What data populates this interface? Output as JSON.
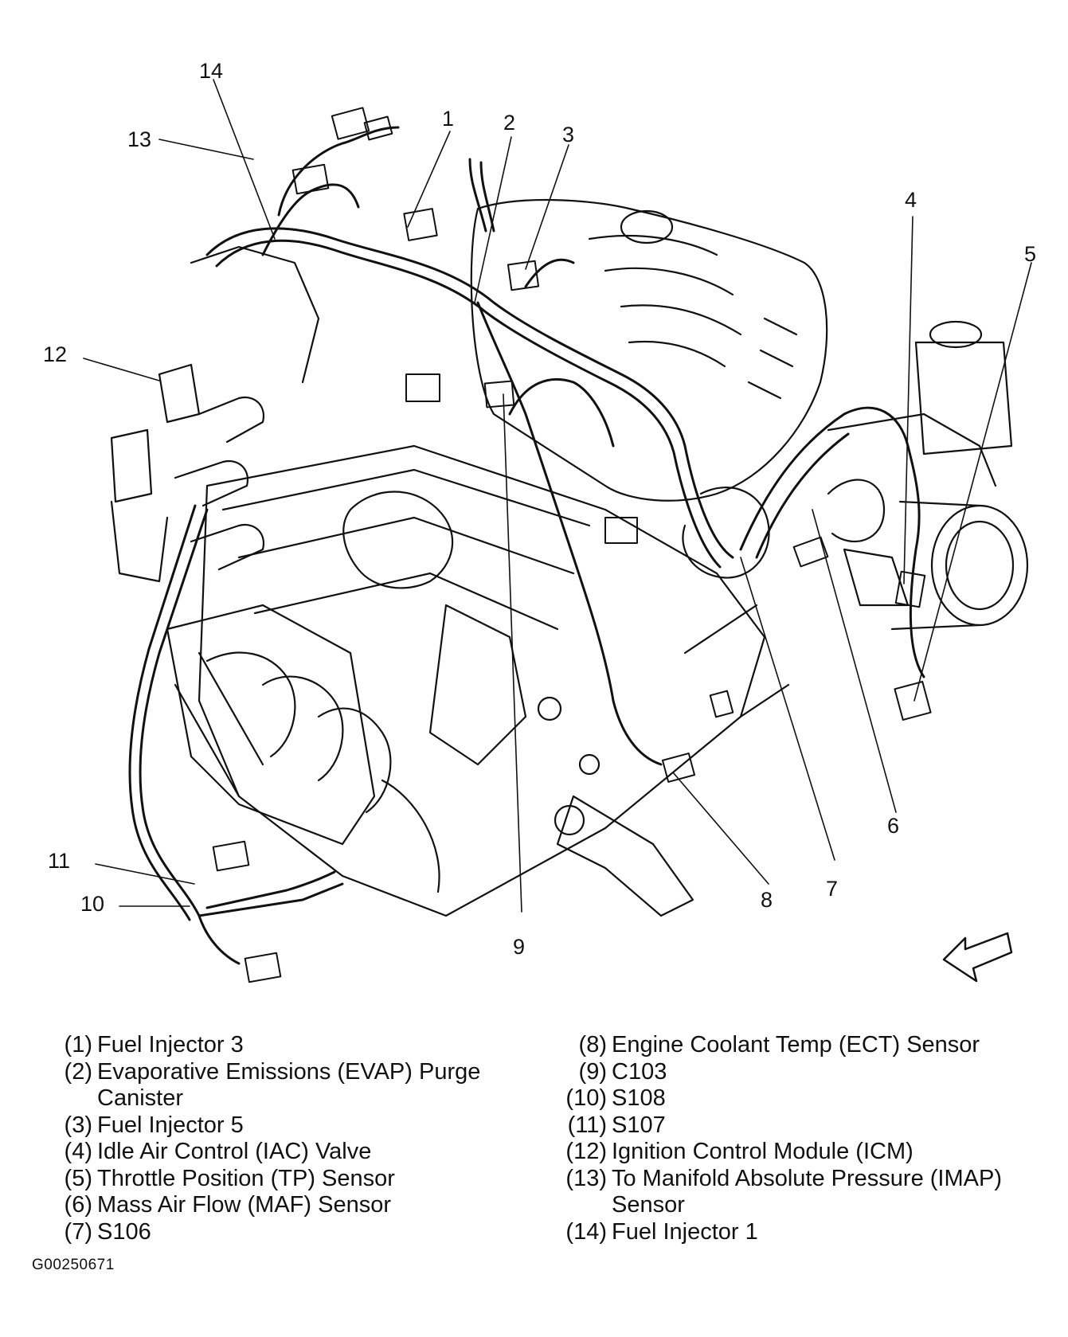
{
  "callouts": [
    "1",
    "2",
    "3",
    "4",
    "5",
    "6",
    "7",
    "8",
    "9",
    "10",
    "11",
    "12",
    "13",
    "14"
  ],
  "legend": {
    "left": [
      {
        "num": "(1)",
        "text": "Fuel Injector 3",
        "cont": ""
      },
      {
        "num": "(2)",
        "text": "Evaporative Emissions (EVAP) Purge",
        "cont": "Canister"
      },
      {
        "num": "(3)",
        "text": "Fuel Injector 5",
        "cont": ""
      },
      {
        "num": "(4)",
        "text": "Idle Air Control (IAC) Valve",
        "cont": ""
      },
      {
        "num": "(5)",
        "text": "Throttle Position (TP) Sensor",
        "cont": ""
      },
      {
        "num": "(6)",
        "text": "Mass Air Flow (MAF) Sensor",
        "cont": ""
      },
      {
        "num": "(7)",
        "text": "S106",
        "cont": ""
      }
    ],
    "right": [
      {
        "num": "(8)",
        "text": "Engine Coolant Temp (ECT) Sensor",
        "cont": ""
      },
      {
        "num": "(9)",
        "text": "C103",
        "cont": ""
      },
      {
        "num": "(10)",
        "text": "S108",
        "cont": ""
      },
      {
        "num": "(11)",
        "text": "S107",
        "cont": ""
      },
      {
        "num": "(12)",
        "text": "Ignition Control Module (ICM)",
        "cont": ""
      },
      {
        "num": "(13)",
        "text": "To Manifold Absolute Pressure (IMAP)",
        "cont": "Sensor"
      },
      {
        "num": "(14)",
        "text": "Fuel Injector 1",
        "cont": ""
      }
    ]
  },
  "figure_id": "G00250671"
}
